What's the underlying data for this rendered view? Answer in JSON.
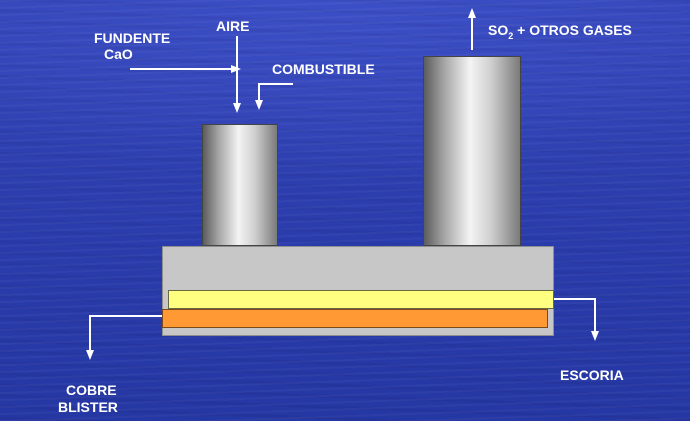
{
  "labels": {
    "fundente_line1": "FUNDENTE",
    "fundente_line2": "CaO",
    "aire": "AIRE",
    "combustible": "COMBUSTIBLE",
    "gases_prefix": "SO",
    "gases_subscript": "2",
    "gases_suffix": " + OTROS GASES",
    "cobre_line1": "COBRE",
    "cobre_line2": "BLISTER",
    "escoria": "ESCORIA"
  },
  "colors": {
    "background": "#2e40b0",
    "furnace_body": "#c7c7c7",
    "slag_layer": "#ffff80",
    "copper_layer": "#ff9933",
    "arrow": "#ffffff"
  }
}
